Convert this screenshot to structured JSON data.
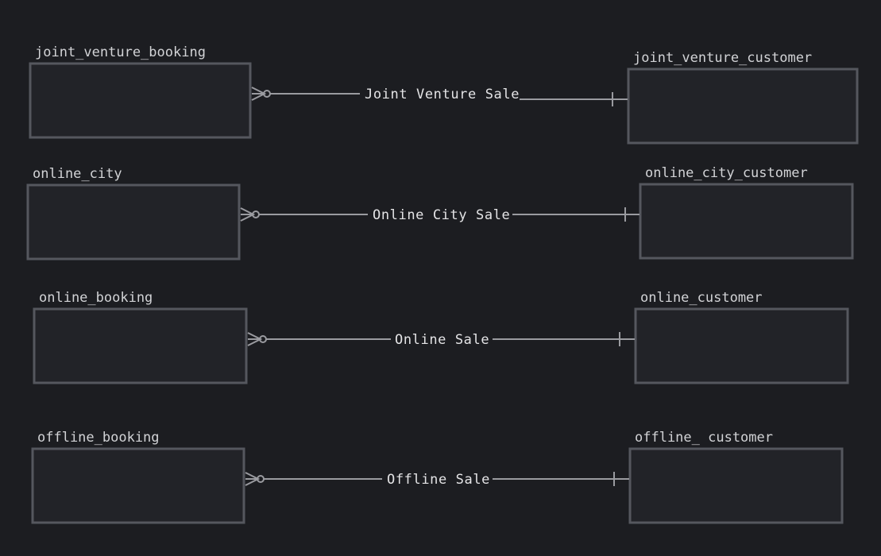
{
  "diagram": {
    "relationships": [
      {
        "left_entity": "joint_venture_booking",
        "right_entity": "joint_venture_customer",
        "label": "Joint Venture Sale",
        "left_cardinality": "zero-or-many",
        "right_cardinality": "exactly-one"
      },
      {
        "left_entity": "online_city",
        "right_entity": "online_city_customer",
        "label": "Online City Sale",
        "left_cardinality": "zero-or-many",
        "right_cardinality": "exactly-one"
      },
      {
        "left_entity": "online_booking",
        "right_entity": "online_customer",
        "label": "Online Sale",
        "left_cardinality": "zero-or-many",
        "right_cardinality": "exactly-one"
      },
      {
        "left_entity": "offline_booking",
        "right_entity": "offline_ customer",
        "label": "Offline Sale",
        "left_cardinality": "zero-or-many",
        "right_cardinality": "exactly-one"
      }
    ]
  }
}
